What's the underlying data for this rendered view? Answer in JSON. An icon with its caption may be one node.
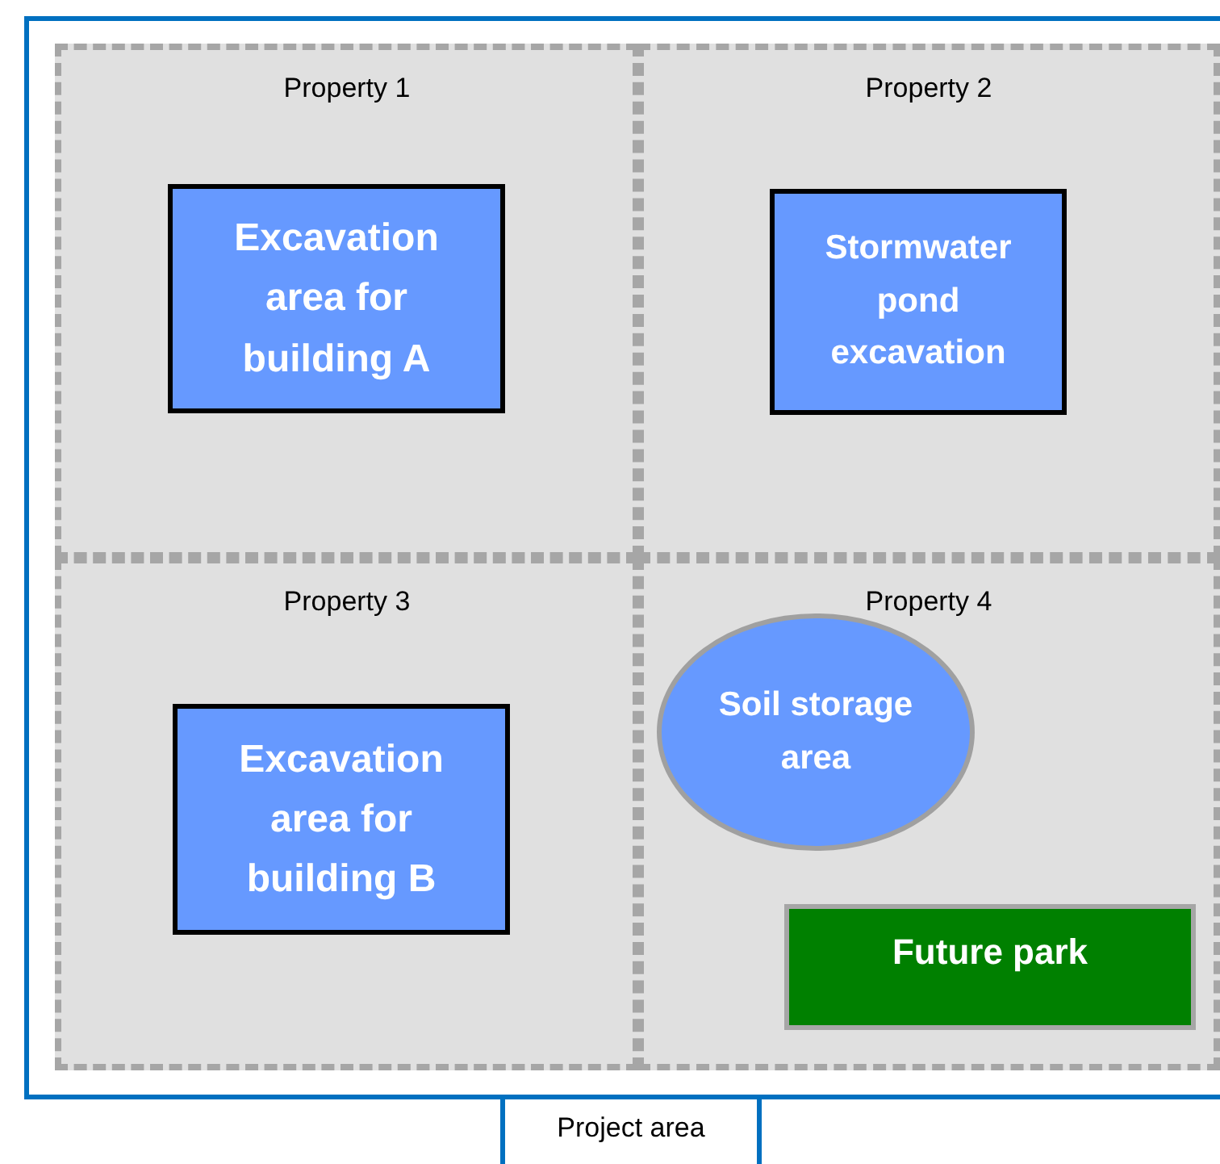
{
  "diagram": {
    "nodes": [
      {
        "text": [
          "Project area"
        ]
      },
      {
        "text": [
          "Property 1"
        ],
        "in": 0
      },
      {
        "text": [
          "Excavation area for building A"
        ],
        "in": 1
      },
      {
        "text": [
          "Property 2"
        ],
        "in": 0
      },
      {
        "text": [
          "Stormwater pond excavation"
        ],
        "in": 3
      },
      {
        "text": [
          "Property 3"
        ],
        "in": 0
      },
      {
        "text": [
          "Excavation area for building B"
        ],
        "in": 5
      },
      {
        "text": [
          "Property 4"
        ],
        "in": 0
      },
      {
        "text": [
          "Soil storage area"
        ],
        "in": 7
      },
      {
        "text": [
          "Future park"
        ],
        "in": 7
      }
    ]
  }
}
